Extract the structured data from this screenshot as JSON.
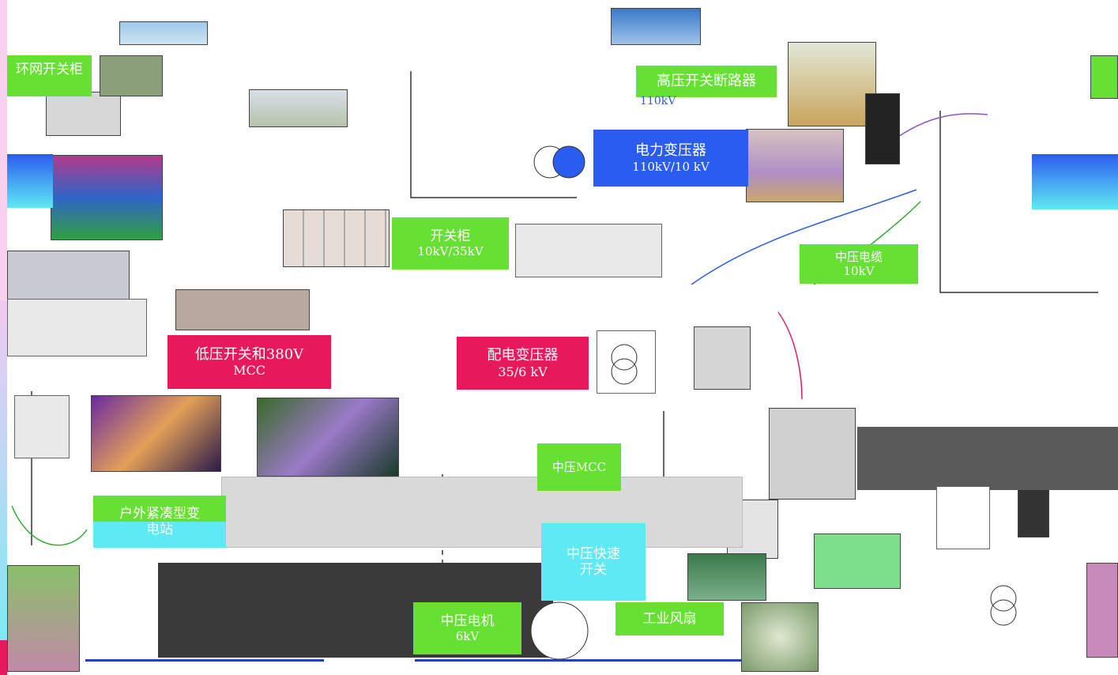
{
  "colors": {
    "green": "#66e033",
    "blue": "#2b5cf0",
    "red": "#e8195a",
    "cyan": "#5fe9f2",
    "dark": "#3a3a3a",
    "gray": "#bdbdbd",
    "navy": "#1e3fd0"
  },
  "labels": {
    "ring_main_unit": "环网开关柜",
    "hv_breaker": "高压开关断路器",
    "hv_breaker_voltage": "110kV",
    "power_transformer": "电力变压器",
    "power_transformer_voltage": "110kV/10 kV",
    "switchgear": "开关柜",
    "switchgear_voltage": "10kV/35kV",
    "mv_cable": "中压电缆",
    "mv_cable_voltage": "10kV",
    "lv_switch_line1": "低压开关和380V",
    "lv_switch_line2": "MCC",
    "dist_transformer_line1": "配电变压器",
    "dist_transformer_line2": "35/6 kV",
    "mv_mcc": "中压MCC",
    "outdoor_substation_line1": "户外紧凑型变",
    "outdoor_substation_line2": "电站",
    "mv_fast_line1": "中压快速",
    "mv_fast_line2": "开关",
    "mv_motor_line1": "中压电机",
    "mv_motor_line2": "6kV",
    "industrial_fan": "工业风扇"
  },
  "icons": [
    "transmission-tower-photo-icon",
    "transformer-photo-icon",
    "switchgear-photo-icon",
    "cable-photo-icon",
    "motor-photo-icon",
    "fan-photo-icon",
    "transformer-symbol-icon"
  ]
}
